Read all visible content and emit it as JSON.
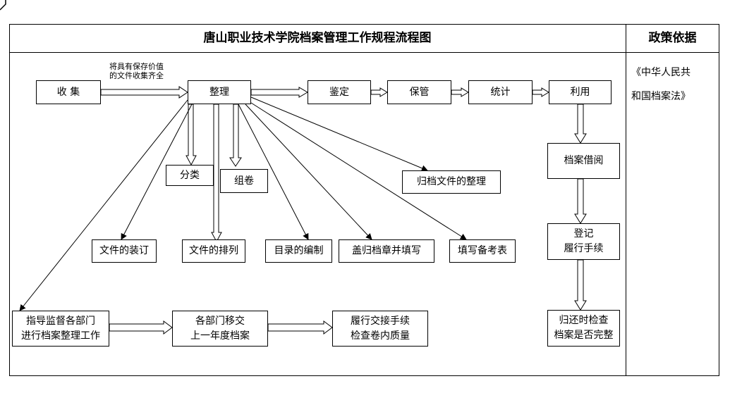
{
  "header": {
    "title": "唐山职业技术学院档案管理工作规程流程图",
    "policy_title": "政策依据"
  },
  "policy": {
    "line1": "《中华人民共",
    "line2": "和国档案法》"
  },
  "note": {
    "line1": "将具有保存价值",
    "line2": "的文件收集齐全"
  },
  "boxes": {
    "collect": "收 集",
    "organize": "整理",
    "appraise": "鉴定",
    "preserve": "保管",
    "statistics": "统计",
    "utilize": "利用",
    "classify": "分类",
    "group": "组卷",
    "archive_org": "归档文件的整理",
    "binding": "文件的装订",
    "arrange": "文件的排列",
    "catalog": "目录的编制",
    "stamp": "盖归档章并填写",
    "remarks": "填写备考表",
    "borrow": "档案借阅",
    "register": {
      "line1": "登记",
      "line2": "履行手续"
    },
    "return_check": {
      "line1": "归还时检查",
      "line2": "档案是否完整"
    },
    "guide": {
      "line1": "指导监督各部门",
      "line2": "进行档案整理工作"
    },
    "transfer": {
      "line1": "各部门移交",
      "line2": "上一年度档案"
    },
    "handover": {
      "line1": "履行交接手续",
      "line2": "检查卷内质量"
    }
  }
}
